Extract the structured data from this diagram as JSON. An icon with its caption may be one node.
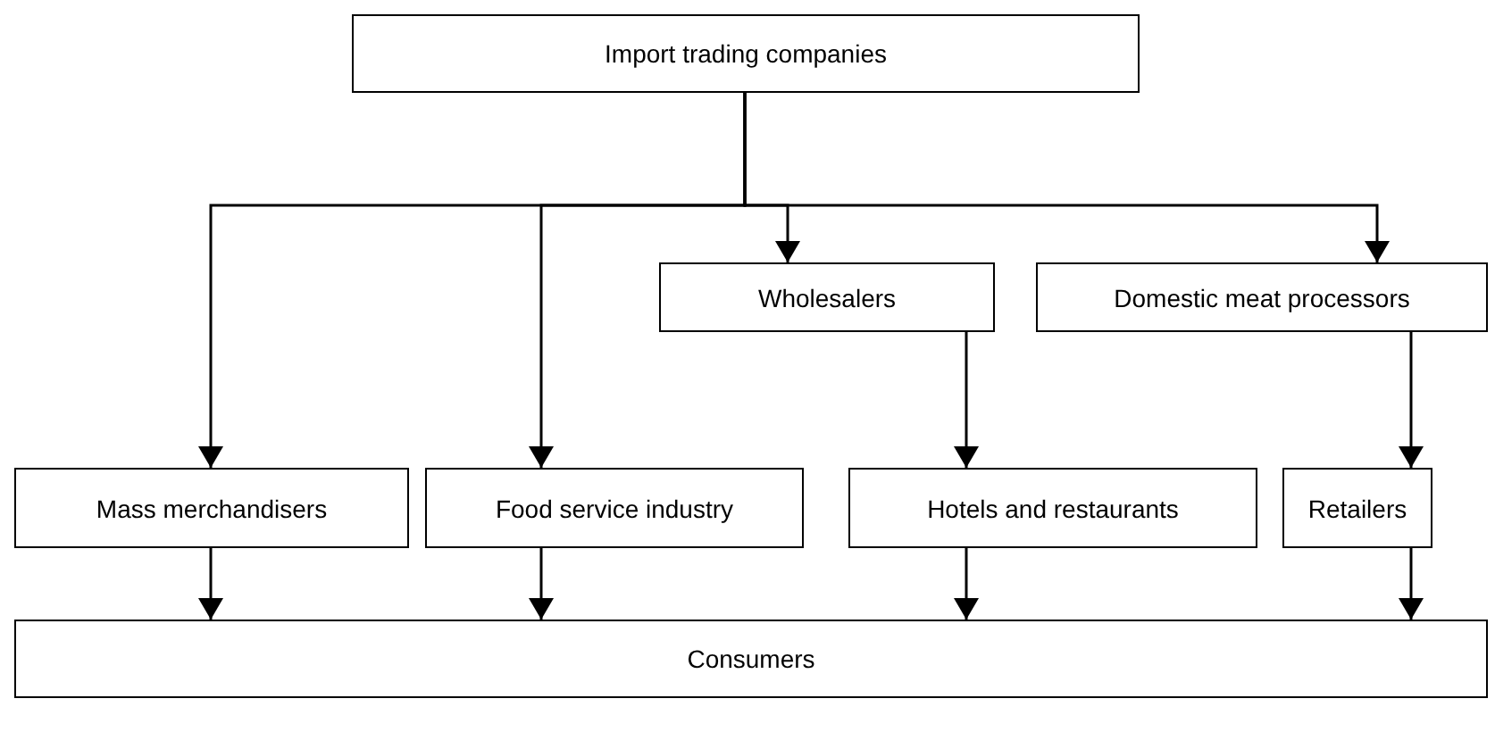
{
  "diagram": {
    "nodes": [
      {
        "text": [
          "Import trading companies"
        ]
      },
      {
        "text": [
          "Wholesalers"
        ]
      },
      {
        "text": [
          "Domestic meat processors"
        ]
      },
      {
        "text": [
          "Mass merchandisers"
        ]
      },
      {
        "text": [
          "Food service industry"
        ]
      },
      {
        "text": [
          "Hotels and restaurants"
        ]
      },
      {
        "text": [
          "Retailers"
        ]
      },
      {
        "text": [
          "Consumers"
        ]
      }
    ],
    "edges": [
      {
        "from": 0,
        "to": 3,
        "arrow": "to"
      },
      {
        "from": 0,
        "to": 4,
        "arrow": "to"
      },
      {
        "from": 0,
        "to": 1,
        "arrow": "to"
      },
      {
        "from": 0,
        "to": 2,
        "arrow": "to"
      },
      {
        "from": 1,
        "to": 5,
        "arrow": "to"
      },
      {
        "from": 2,
        "to": 6,
        "arrow": "to"
      },
      {
        "from": 3,
        "to": 7,
        "arrow": "to"
      },
      {
        "from": 4,
        "to": 7,
        "arrow": "to"
      },
      {
        "from": 5,
        "to": 7,
        "arrow": "to"
      },
      {
        "from": 6,
        "to": 7,
        "arrow": "to"
      }
    ]
  }
}
